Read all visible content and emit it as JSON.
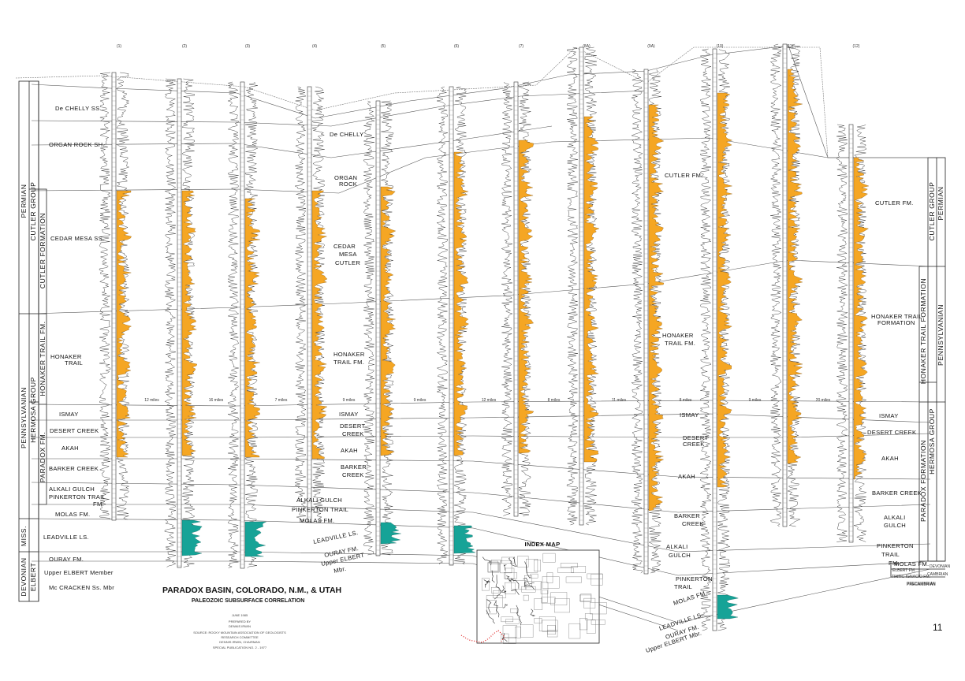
{
  "title": "PARADOX BASIN, COLORADO, N.M., & UTAH",
  "subtitle": "PALEOZOIC SUBSURFACE CORRELATION",
  "credits": [
    "JUNE 1985",
    "PREPARED BY",
    "DENNIS IRWIN",
    "SOURCE: ROCKY MOUNTAIN ASSOCIATION OF GEOLOGISTS",
    "RESEARCH COMMITTEE",
    "DENNIS IRWIN, CHAIRMAN",
    "SPECIAL PUBLICATION NO. 2 - 1977"
  ],
  "page_number": "11",
  "index_map_title": "INDEX MAP",
  "left_columns": {
    "system": [
      "PERMIAN",
      "PENNSYLVANIAN",
      "MISS.",
      "DEVONIAN"
    ],
    "group": [
      "CUTLER GROUP",
      "HERMOSA GROUP",
      "ELBERT"
    ],
    "formation": [
      "CUTLER FORMATION",
      "HONAKER TRAIL FM.",
      "PARADOX FM."
    ]
  },
  "right_columns": {
    "system": [
      "PERMIAN",
      "PENNSYLVANIAN",
      "DEVONIAN",
      "CAMBRIAN",
      "PRECAMBRIAN"
    ],
    "group": [
      "CUTLER GROUP",
      "HERMOSA GROUP"
    ],
    "formation": [
      "HONAKER TRAIL FORMATION",
      "PARADOX FORMATION"
    ]
  },
  "left_units": [
    "De CHELLY SS.",
    "ORGAN ROCK SH.",
    "CEDAR MESA SS.",
    "HONAKER",
    "TRAIL",
    "ISMAY",
    "DESERT CREEK",
    "AKAH",
    "BARKER CREEK",
    "ALKALI GULCH",
    "PINKERTON TRAIL",
    "FM.",
    "MOLAS FM.",
    "LEADVILLE LS.",
    "OURAY FM.",
    "Upper ELBERT Member",
    "Mc CRACKEN Ss. Mbr"
  ],
  "mid_units": [
    "De CHELLY",
    "ORGAN",
    "ROCK",
    "CEDAR",
    "MESA",
    "CUTLER",
    "HONAKER",
    "TRAIL FM.",
    "ISMAY",
    "DESERT",
    "CREEK",
    "AKAH",
    "BARKER",
    "CREEK",
    "ALKALI GULCH",
    "PINKERTON TRAIL",
    "MOLAS FM.",
    "LEADVILLE LS.",
    "OURAY FM.",
    "Upper ELBERT",
    "Mbr."
  ],
  "east_units": [
    "CUTLER FM.",
    "HONAKER",
    "TRAIL FM.",
    "ISMAY",
    "DESERT",
    "CREEK",
    "AKAH",
    "BARKER",
    "CREEK",
    "ALKALI",
    "GULCH",
    "PINKERTON",
    "TRAIL",
    "MOLAS FM.",
    "LEADVILLE LS.",
    "OURAY FM.",
    "Upper ELBERT Mbr."
  ],
  "right_units": [
    "CUTLER FM.",
    "HONAKER TRAIL",
    "FORMATION",
    "ISMAY",
    "DESERT CREEK",
    "AKAH",
    "BARKER CREEK",
    "ALKALI",
    "GULCH",
    "PINKERTON",
    "TRAIL",
    "FM.",
    "MOLAS FM.",
    "ELBERT FM.",
    "TINTIC-IGNACIO FM.",
    "PRECAMBRIAN"
  ],
  "well_numbers": [
    "(1)",
    "(2)",
    "(3)",
    "(4)",
    "(5)",
    "(6)",
    "(7)",
    "(8A)",
    "(9A)",
    "(10)",
    "(11)",
    "(12)"
  ],
  "distance_labels": [
    "12 miles",
    "16 miles",
    "7 miles",
    "9 miles",
    "9 miles",
    "12 miles",
    "8 miles",
    "11 miles",
    "8 miles",
    "9 miles",
    "20 miles"
  ],
  "colors": {
    "orange": "#f5a623",
    "teal": "#16a397",
    "ink": "#222222",
    "redline": "#e02020"
  }
}
